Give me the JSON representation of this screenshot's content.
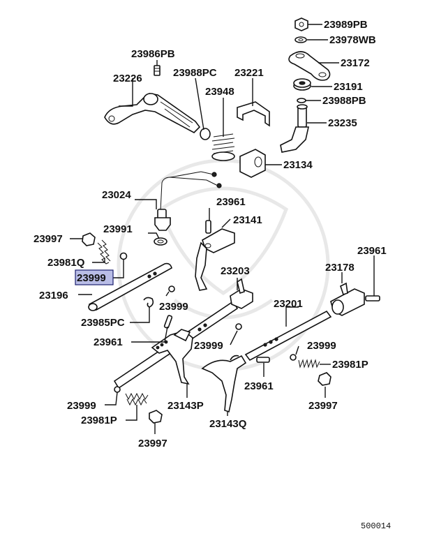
{
  "diagram": {
    "reference_code": "500014",
    "highlight_color": "#b9bde6",
    "selected_label": "23999",
    "labels": {
      "p23989PB": "23989PB",
      "p23978WB": "23978WB",
      "p23986PB": "23986PB",
      "p23172": "23172",
      "p23226": "23226",
      "p23988PC": "23988PC",
      "p23221": "23221",
      "p23191": "23191",
      "p23948": "23948",
      "p23988PB": "23988PB",
      "p23235": "23235",
      "p23134": "23134",
      "p23024": "23024",
      "p23961_top": "23961",
      "p23141": "23141",
      "p23997_left": "23997",
      "p23991": "23991",
      "p23961_right": "23961",
      "p23981Q": "23981Q",
      "p23999_selected": "23999",
      "p23203": "23203",
      "p23178": "23178",
      "p23196": "23196",
      "p23201": "23201",
      "p23999_mid": "23999",
      "p23985PC": "23985PC",
      "p23961_mid": "23961",
      "p23999_center": "23999",
      "p23999_right": "23999",
      "p23981P_right": "23981P",
      "p23961_low": "23961",
      "p23997_right": "23997",
      "p23999_low": "23999",
      "p23143P": "23143P",
      "p23981P_left": "23981P",
      "p23143Q": "23143Q",
      "p23997_low": "23997"
    }
  }
}
